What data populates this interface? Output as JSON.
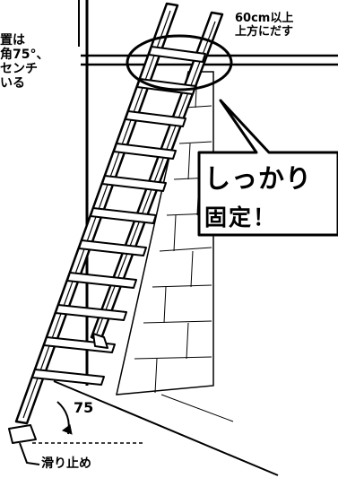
{
  "labels": {
    "left_note": [
      "置は",
      "角75°、",
      "センチ",
      "いる"
    ],
    "top_note": [
      "60cm以上",
      "上方にだす"
    ],
    "callout": [
      "しっかり",
      "固定！"
    ],
    "angle": "75",
    "stopper": "滑り止め"
  },
  "colors": {
    "ink": "#000000",
    "paper": "#ffffff"
  }
}
